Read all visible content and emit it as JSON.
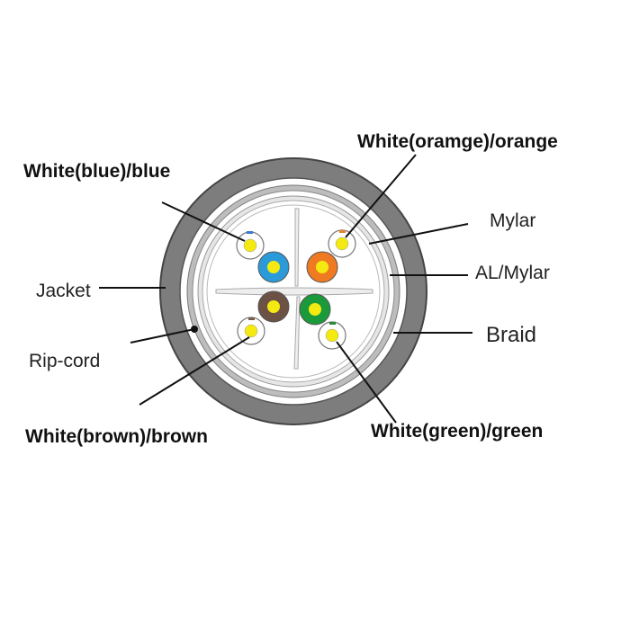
{
  "diagram": {
    "labels": {
      "white_blue": "White(blue)/blue",
      "white_orange": "White(oramge)/orange",
      "mylar": "Mylar",
      "al_mylar": "AL/Mylar",
      "jacket": "Jacket",
      "braid": "Braid",
      "rip_cord": "Rip-cord",
      "white_brown": "White(brown)/brown",
      "white_green": "White(green)/green"
    },
    "colors": {
      "jacket": "#7d7d7d",
      "blue": "#2a9ad8",
      "orange": "#ef7a22",
      "brown": "#6b5244",
      "green": "#1a9a3a",
      "core": "#f4ea12",
      "white_stripe_blue": "#3a7bd5",
      "white_stripe_orange": "#e8832a",
      "white_stripe_brown": "#7a5c48",
      "white_stripe_green": "#2a8a3a",
      "line": "#111111"
    }
  }
}
